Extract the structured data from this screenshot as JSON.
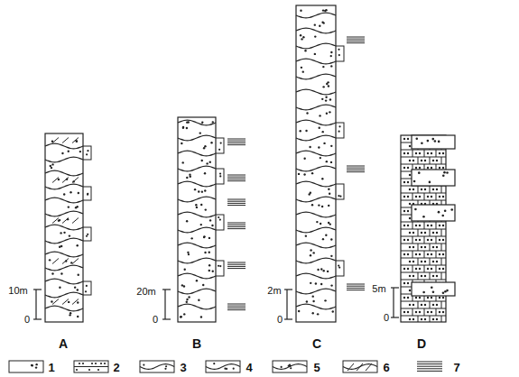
{
  "diagram": {
    "labels": [
      "10m",
      "0",
      "20m",
      "0",
      "2m",
      "0",
      "5m",
      "0",
      "A",
      "B",
      "C",
      "D"
    ],
    "legend": [
      {
        "text": "1"
      },
      {
        "text": "2"
      },
      {
        "text": "3"
      },
      {
        "text": "4"
      },
      {
        "text": "5"
      },
      {
        "text": "6"
      },
      {
        "text": "7"
      }
    ]
  }
}
